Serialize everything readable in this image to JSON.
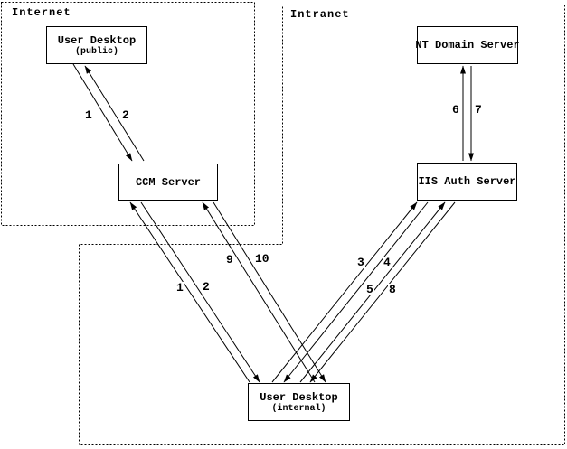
{
  "colors": {
    "ink": "#000000",
    "paper": "#ffffff"
  },
  "regions": [
    {
      "label": "Internet"
    },
    {
      "label": "Intranet"
    }
  ],
  "nodes": [
    {
      "label": "User Desktop",
      "sublabel": "(public)"
    },
    {
      "label": "NT Domain Server"
    },
    {
      "label": "CCM Server"
    },
    {
      "label": "IIS Auth Server"
    },
    {
      "label": "User Desktop",
      "sublabel": "(internal)"
    }
  ],
  "edges": [
    {
      "step": "1",
      "from": "User Desktop (public)",
      "to": "CCM Server"
    },
    {
      "step": "2",
      "from": "CCM Server",
      "to": "User Desktop (public)"
    },
    {
      "step": "1",
      "from": "User Desktop (internal)",
      "to": "CCM Server"
    },
    {
      "step": "2",
      "from": "CCM Server",
      "to": "User Desktop (internal)"
    },
    {
      "step": "9",
      "from": "User Desktop (internal)",
      "to": "CCM Server"
    },
    {
      "step": "10",
      "from": "CCM Server",
      "to": "User Desktop (internal)"
    },
    {
      "step": "3",
      "from": "User Desktop (internal)",
      "to": "IIS Auth Server"
    },
    {
      "step": "4",
      "from": "IIS Auth Server",
      "to": "User Desktop (internal)"
    },
    {
      "step": "5",
      "from": "User Desktop (internal)",
      "to": "IIS Auth Server"
    },
    {
      "step": "8",
      "from": "IIS Auth Server",
      "to": "User Desktop (internal)"
    },
    {
      "step": "6",
      "from": "IIS Auth Server",
      "to": "NT Domain Server"
    },
    {
      "step": "7",
      "from": "NT Domain Server",
      "to": "IIS Auth Server"
    }
  ]
}
